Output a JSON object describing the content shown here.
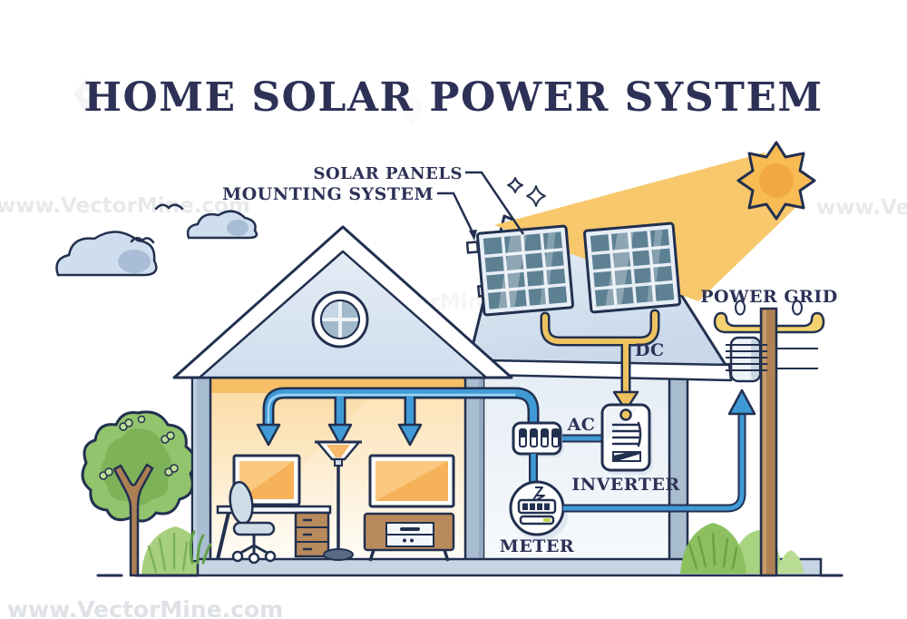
{
  "title": "HOME SOLAR POWER SYSTEM",
  "callouts": {
    "solar_panels": "SOLAR PANELS",
    "mounting_system": "MOUNTING SYSTEM",
    "power_grid": "POWER GRID",
    "dc": "DC",
    "ac": "AC",
    "inverter": "INVERTER",
    "meter": "METER"
  },
  "watermark": {
    "text": "www.VectorMine.com"
  },
  "colors": {
    "outline": "#22304f",
    "title_text": "#2d3156",
    "sun_beam": "#f8c86d",
    "sun_body": "#f9bc55",
    "sun_core": "#f2a840",
    "dc_wire": "#eec35f",
    "ac_wire_blue": "#3f9ad6",
    "roof_blue": "#d9e4f1",
    "interior_warm": "#f6bf66",
    "panel_cell": "#5d8093",
    "wall_grey": "#a9bdd1",
    "floor_band": "#c6d4e4",
    "pole_brown": "#ad8055",
    "crossarm_yellow": "#f3d26f",
    "tree_green": "#92c46d",
    "bush_green": "#8cc05e",
    "cloud_blue": "#cfdeee"
  },
  "scene": {
    "flow": "sun -> solar panels -> DC -> inverter -> AC -> breaker -> meter -> power grid",
    "elements": [
      "sun",
      "light-beam",
      "clouds",
      "birds",
      "house",
      "gable-window",
      "solar-panels",
      "mounting-brackets",
      "inverter",
      "breaker-box",
      "meter",
      "power-pole",
      "transformer",
      "tree",
      "bushes",
      "indoor-devices"
    ]
  }
}
